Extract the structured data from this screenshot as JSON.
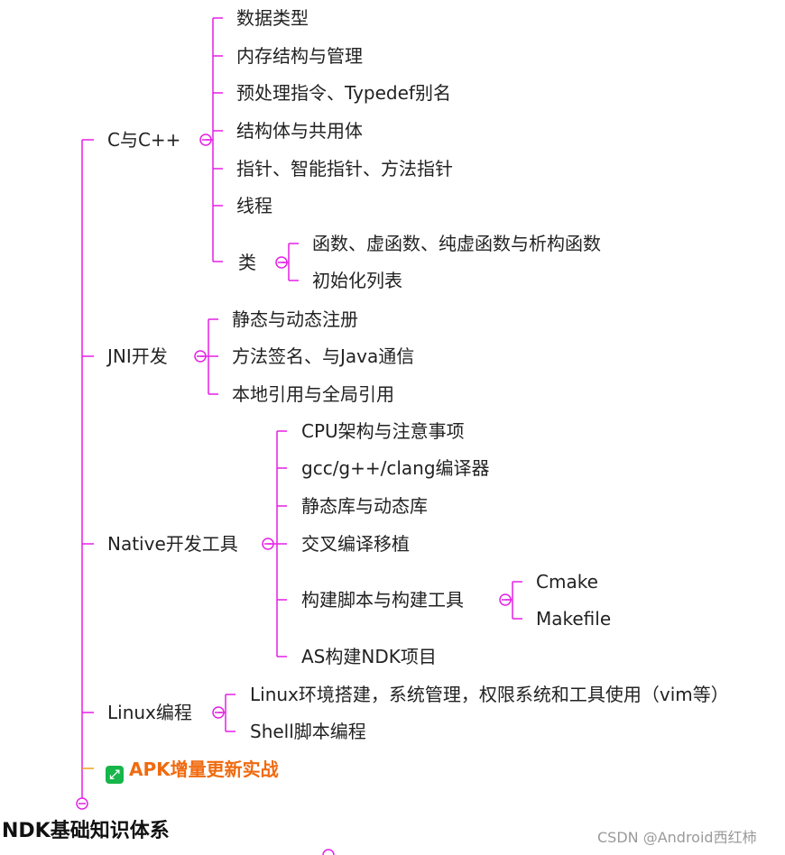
{
  "root": "NDK基础知识体系",
  "branches": {
    "c_cpp": {
      "label": "C与C++",
      "items": [
        "数据类型",
        "内存结构与管理",
        "预处理指令、Typedef别名",
        "结构体与共用体",
        "指针、智能指针、方法指针",
        "线程"
      ],
      "class_label": "类",
      "class_items": [
        "函数、虚函数、纯虚函数与析构函数",
        "初始化列表"
      ]
    },
    "jni": {
      "label": "JNI开发",
      "items": [
        "静态与动态注册",
        "方法签名、与Java通信",
        "本地引用与全局引用"
      ]
    },
    "native_tools": {
      "label": "Native开发工具",
      "items": [
        "CPU架构与注意事项",
        "gcc/g++/clang编译器",
        "静态库与动态库",
        "交叉编译移植"
      ],
      "build_label": "构建脚本与构建工具",
      "build_items": [
        "Cmake",
        "Makefile"
      ],
      "last_item": "AS构建NDK项目"
    },
    "linux": {
      "label": "Linux编程",
      "items": [
        "Linux环境搭建，系统管理，权限系统和工具使用（vim等）",
        "Shell脚本编程"
      ]
    },
    "apk": {
      "label": "APK增量更新实战",
      "icon": "resize-arrows-icon"
    }
  },
  "watermark": "CSDN @Android西红柿",
  "colors": {
    "line": "#e61fe6",
    "apk_line": "#f0a020",
    "apk_text": "#f06a0f",
    "icon_bg": "#16b64a"
  }
}
